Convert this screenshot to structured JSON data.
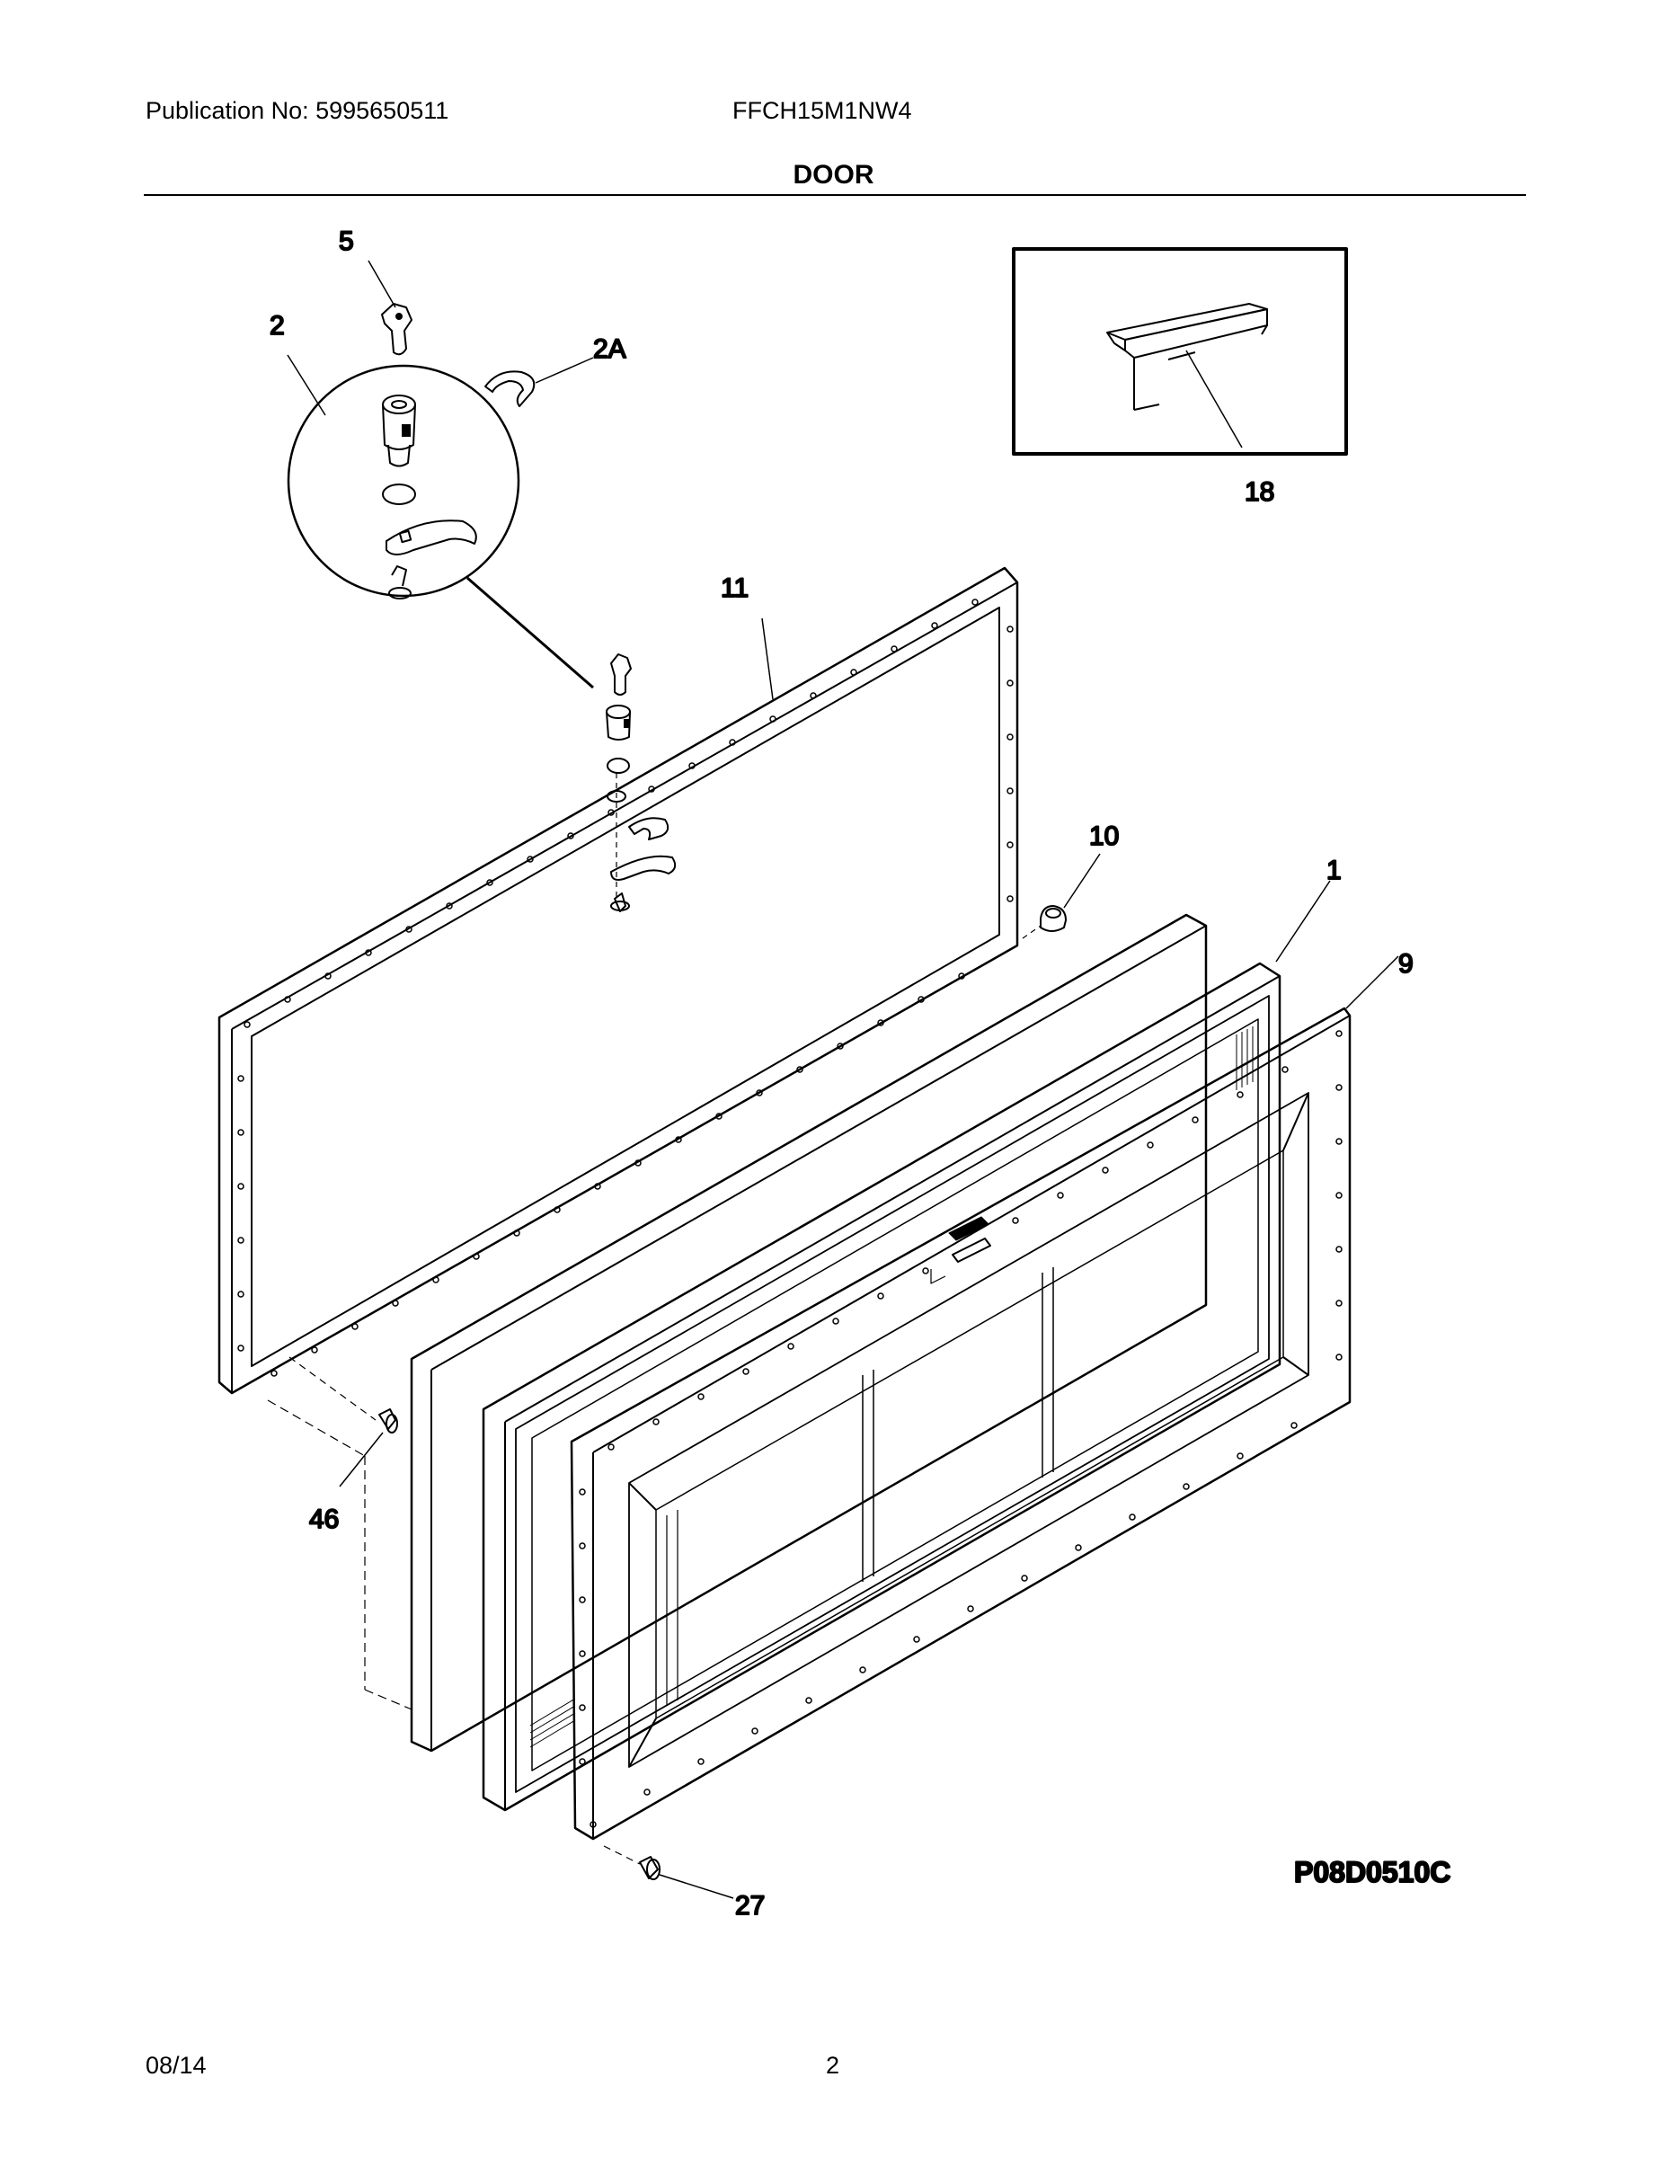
{
  "header": {
    "publication": "Publication No: 5995650511",
    "model": "FFCH15M1NW4",
    "section_title": "DOOR"
  },
  "callouts": {
    "c5": "5",
    "c2": "2",
    "c2A": "2A",
    "c18": "18",
    "c11": "11",
    "c10": "10",
    "c1": "1",
    "c9": "9",
    "c46": "46",
    "c27": "27"
  },
  "diagram_code": "P08D0510C",
  "footer": {
    "date": "08/14",
    "page": "2"
  }
}
